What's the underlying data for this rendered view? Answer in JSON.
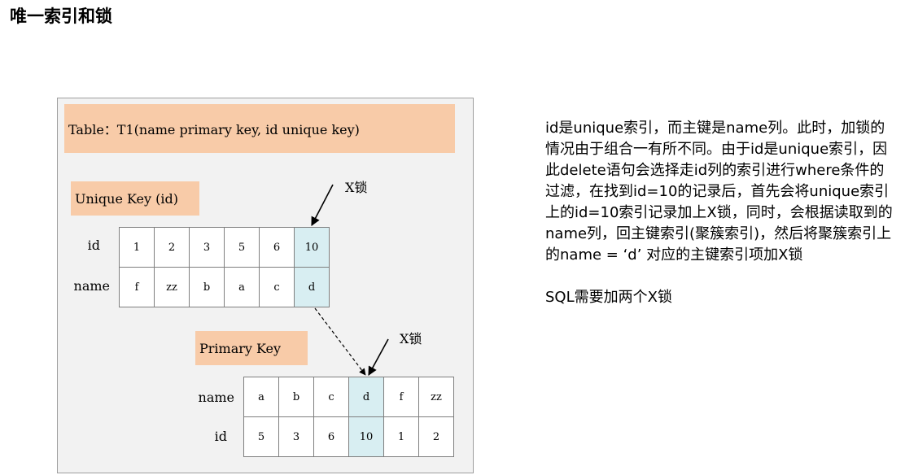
{
  "title": "唯一索引和锁",
  "diagram": {
    "table_label": "Table：T1(name primary key, id unique key)",
    "unique_key": {
      "label": "Unique Key (id)",
      "row_labels": [
        "id",
        "name"
      ],
      "ids": [
        "1",
        "2",
        "3",
        "5",
        "6",
        "10"
      ],
      "names": [
        "f",
        "zz",
        "b",
        "a",
        "c",
        "d"
      ],
      "locked_index": 5
    },
    "primary_key": {
      "label": "Primary Key",
      "row_labels": [
        "name",
        "id"
      ],
      "names": [
        "a",
        "b",
        "c",
        "d",
        "f",
        "zz"
      ],
      "ids": [
        "5",
        "3",
        "6",
        "10",
        "1",
        "2"
      ],
      "locked_index": 3
    },
    "lock_label": "X锁",
    "colors": {
      "header_fill": "#f8cba8",
      "highlight": "#d8eef2",
      "panel": "#f2f2f2"
    }
  },
  "explanation": {
    "body": "id是unique索引，而主键是name列。此时，加锁的情况由于组合一有所不同。由于id是unique索引，因此delete语句会选择走id列的索引进行where条件的过滤，在找到id=10的记录后，首先会将unique索引上的id=10索引记录加上X锁，同时，会根据读取到的name列，回主键索引(聚簇索引)，然后将聚簇索引上的name = ‘d’ 对应的主键索引项加X锁",
    "summary": "SQL需要加两个X锁"
  }
}
